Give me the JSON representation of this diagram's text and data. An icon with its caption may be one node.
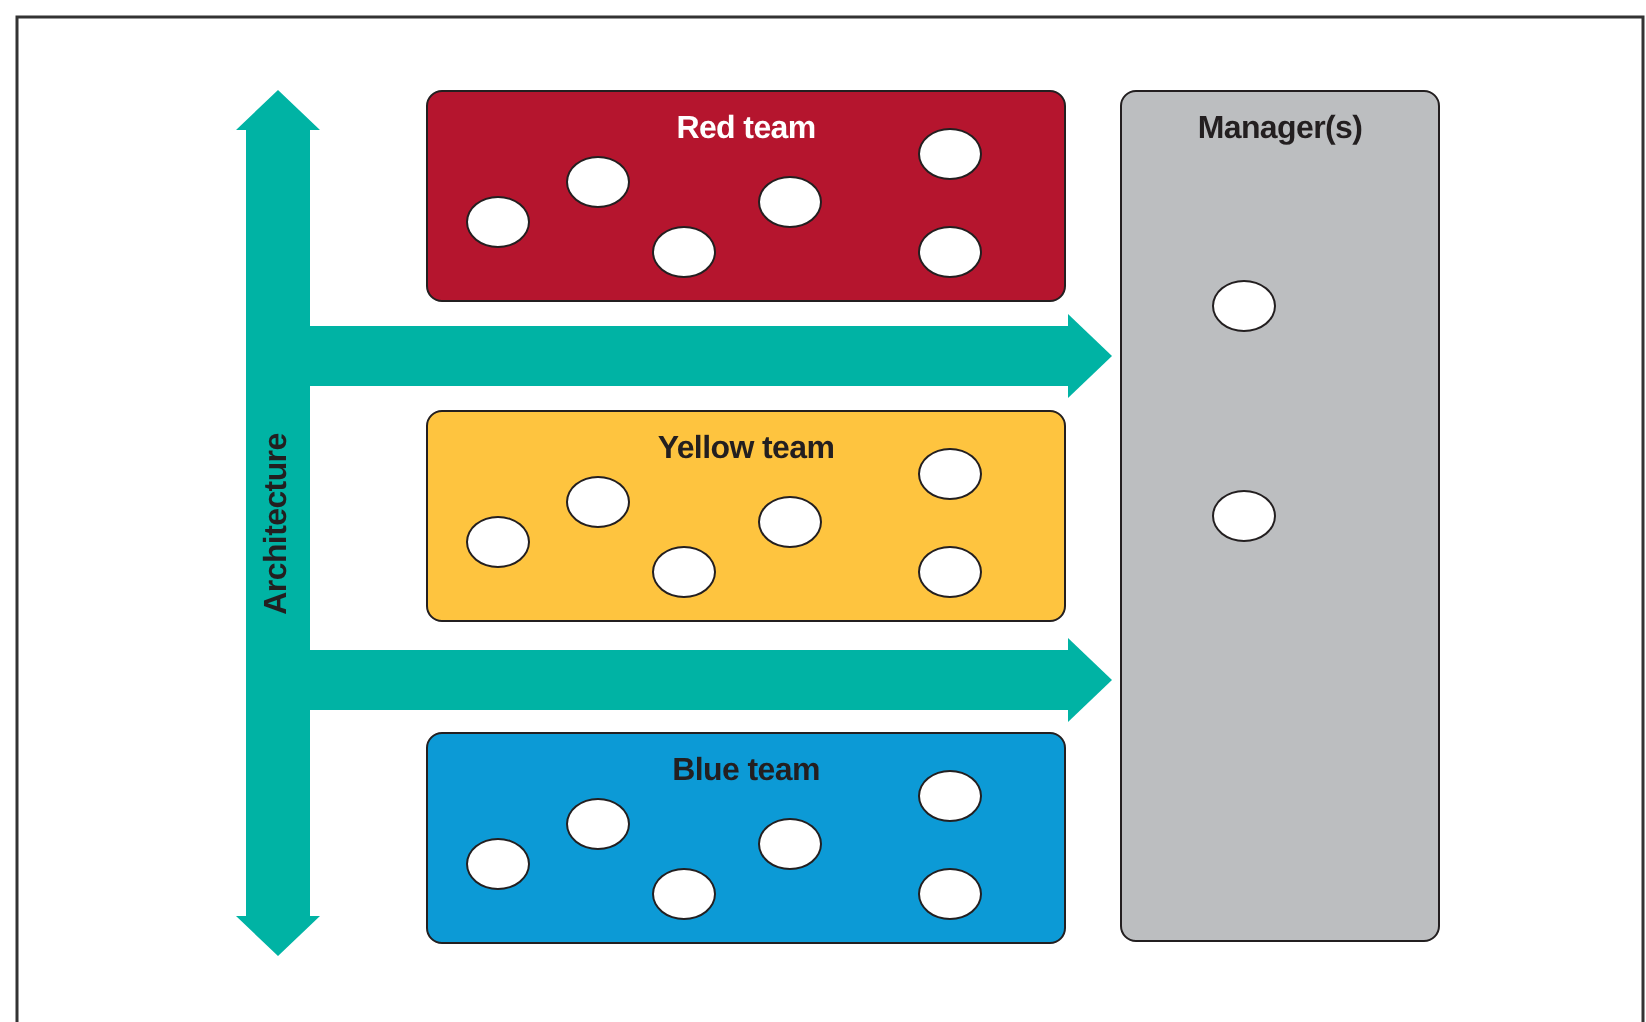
{
  "diagram": {
    "nodes": [
      {
        "text": [
          "Architecture"
        ]
      },
      {
        "text": [
          "Red team"
        ]
      },
      {
        "text": [],
        "shape": "circle",
        "in": 1
      },
      {
        "text": [],
        "shape": "circle",
        "in": 1
      },
      {
        "text": [],
        "shape": "circle",
        "in": 1
      },
      {
        "text": [],
        "shape": "circle",
        "in": 1
      },
      {
        "text": [],
        "shape": "circle",
        "in": 1
      },
      {
        "text": [],
        "shape": "circle",
        "in": 1
      },
      {
        "text": [
          "Yellow team"
        ]
      },
      {
        "text": [],
        "shape": "circle",
        "in": 8
      },
      {
        "text": [],
        "shape": "circle",
        "in": 8
      },
      {
        "text": [],
        "shape": "circle",
        "in": 8
      },
      {
        "text": [],
        "shape": "circle",
        "in": 8
      },
      {
        "text": [],
        "shape": "circle",
        "in": 8
      },
      {
        "text": [],
        "shape": "circle",
        "in": 8
      },
      {
        "text": [
          "Blue team"
        ]
      },
      {
        "text": [],
        "shape": "circle",
        "in": 15
      },
      {
        "text": [],
        "shape": "circle",
        "in": 15
      },
      {
        "text": [],
        "shape": "circle",
        "in": 15
      },
      {
        "text": [],
        "shape": "circle",
        "in": 15
      },
      {
        "text": [],
        "shape": "circle",
        "in": 15
      },
      {
        "text": [],
        "shape": "circle",
        "in": 15
      },
      {
        "text": [
          "Manager(s)"
        ]
      },
      {
        "text": [],
        "shape": "circle",
        "in": 22
      },
      {
        "text": [],
        "shape": "circle",
        "in": 22
      }
    ],
    "edges": [
      {
        "from": 0,
        "to": 22,
        "arrow": "to"
      },
      {
        "from": 0,
        "to": 22,
        "arrow": "to"
      }
    ]
  }
}
